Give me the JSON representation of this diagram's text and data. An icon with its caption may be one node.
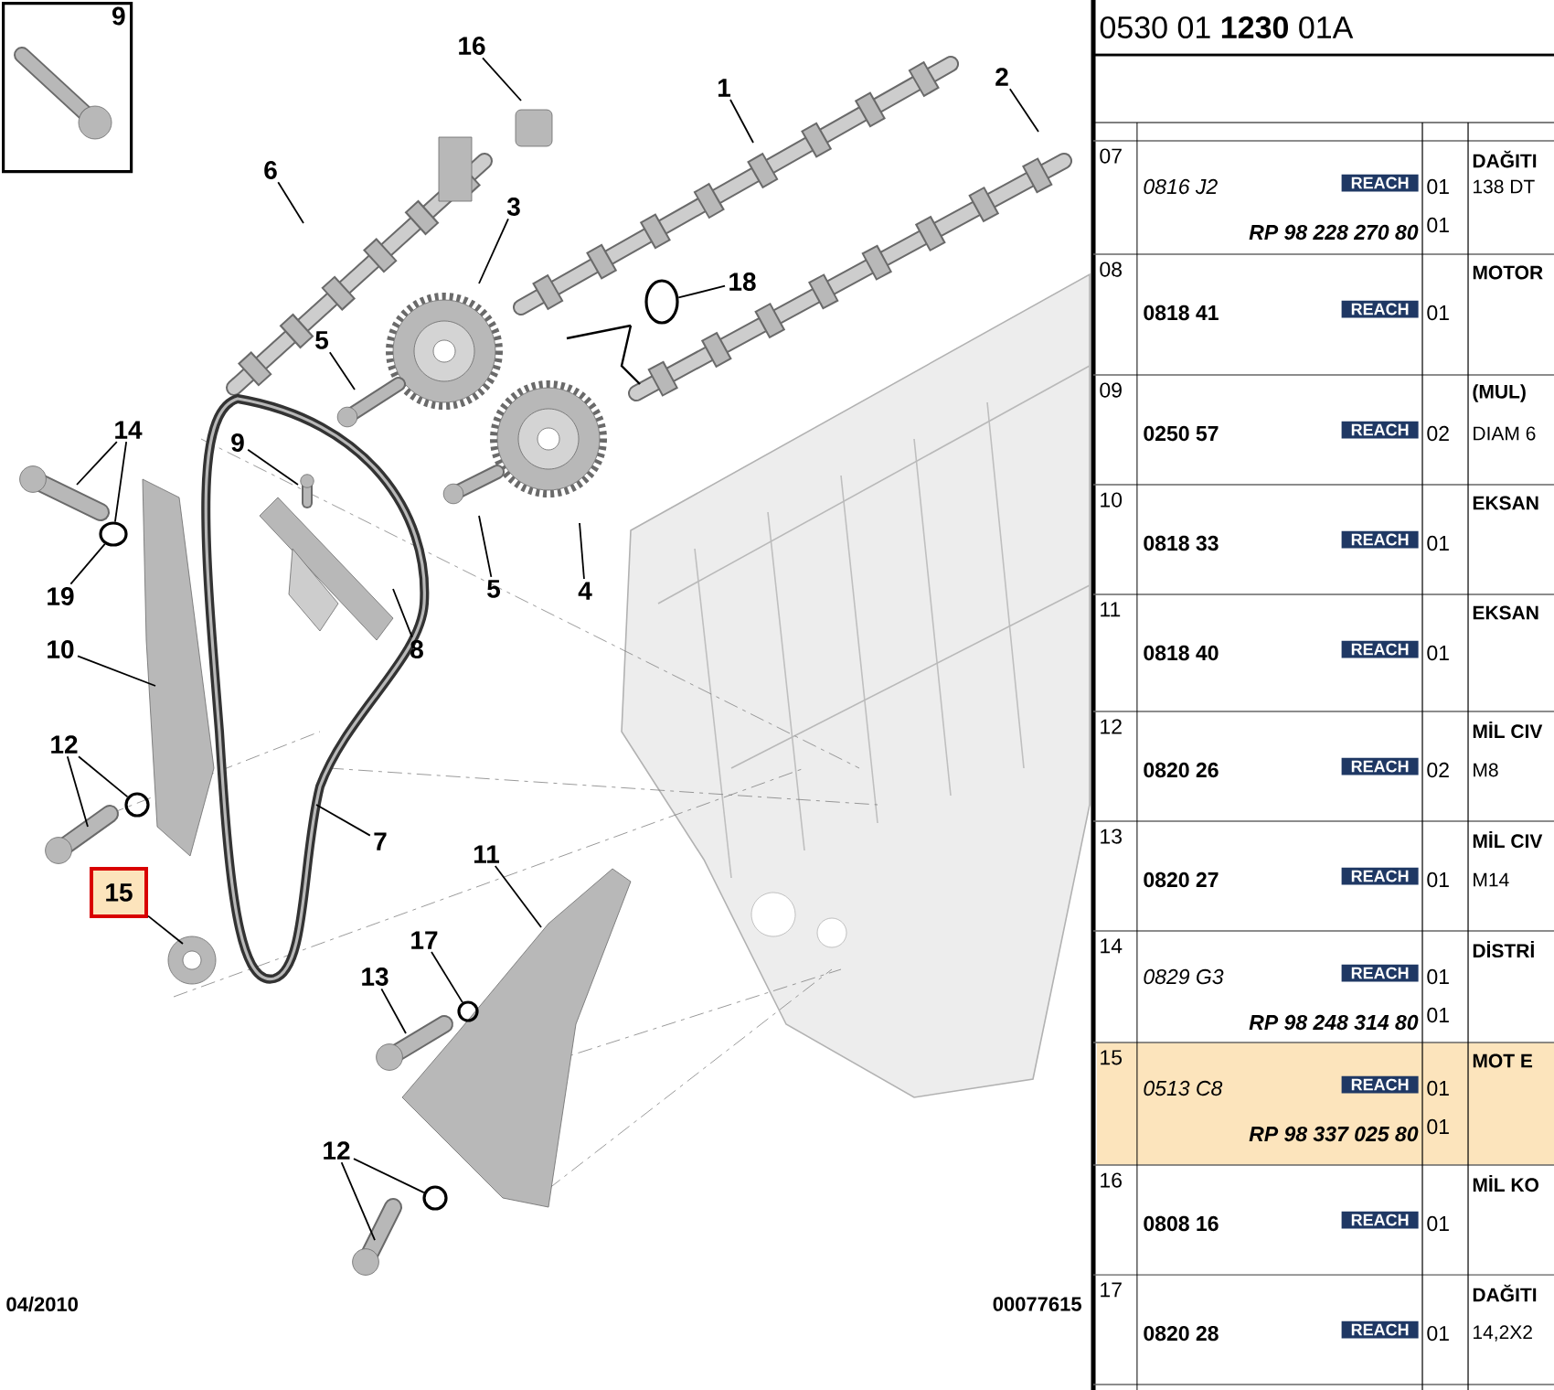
{
  "diagram": {
    "title": "0530 01 **1230** 01A",
    "nodes": [
      {
        "text": [
          "9"
        ]
      },
      {
        "text": [
          "16"
        ]
      },
      {
        "text": [
          "1"
        ]
      },
      {
        "text": [
          "2"
        ]
      },
      {
        "text": [
          "6"
        ]
      },
      {
        "text": [
          "3"
        ]
      },
      {
        "text": [
          "18"
        ]
      },
      {
        "text": [
          "5"
        ]
      },
      {
        "text": [
          "14"
        ]
      },
      {
        "text": [
          "9"
        ]
      },
      {
        "text": [
          "19"
        ]
      },
      {
        "text": [
          "5"
        ]
      },
      {
        "text": [
          "4"
        ]
      },
      {
        "text": [
          "10"
        ]
      },
      {
        "text": [
          "8"
        ]
      },
      {
        "text": [
          "12"
        ]
      },
      {
        "text": [
          "7"
        ]
      },
      {
        "text": [
          "15"
        ]
      },
      {
        "text": [
          "11"
        ]
      },
      {
        "text": [
          "17"
        ]
      },
      {
        "text": [
          "13"
        ]
      },
      {
        "text": [
          "12"
        ]
      },
      {
        "text": [],
        "shape": "ring"
      },
      {
        "text": [],
        "shape": "ring"
      },
      {
        "text": [],
        "shape": "ring"
      },
      {
        "text": [],
        "shape": "ring"
      },
      {
        "text": [],
        "shape": "ring"
      }
    ],
    "edges": [
      {
        "from": 1,
        "to": null,
        "arrow": "none"
      },
      {
        "from": 2,
        "to": null,
        "arrow": "none"
      },
      {
        "from": 3,
        "to": null,
        "arrow": "none"
      },
      {
        "from": 4,
        "to": null,
        "arrow": "none"
      },
      {
        "from": 5,
        "to": null,
        "arrow": "none"
      },
      {
        "from": 6,
        "to": 22,
        "arrow": "none"
      },
      {
        "from": 7,
        "to": null,
        "arrow": "none"
      },
      {
        "from": 8,
        "to": null,
        "arrow": "none"
      },
      {
        "from": 8,
        "to": 23,
        "arrow": "none"
      },
      {
        "from": 9,
        "to": null,
        "arrow": "none"
      },
      {
        "from": 10,
        "to": 23,
        "arrow": "none"
      },
      {
        "from": 11,
        "to": null,
        "arrow": "none"
      },
      {
        "from": 12,
        "to": null,
        "arrow": "none"
      },
      {
        "from": 13,
        "to": null,
        "arrow": "none"
      },
      {
        "from": 14,
        "to": null,
        "arrow": "none"
      },
      {
        "from": 15,
        "to": null,
        "arrow": "none"
      },
      {
        "from": 15,
        "to": 24,
        "arrow": "none"
      },
      {
        "from": 16,
        "to": null,
        "arrow": "none"
      },
      {
        "from": 17,
        "to": null,
        "arrow": "none"
      },
      {
        "from": 18,
        "to": null,
        "arrow": "none"
      },
      {
        "from": 19,
        "to": 25,
        "arrow": "none"
      },
      {
        "from": 20,
        "to": null,
        "arrow": "none"
      },
      {
        "from": 21,
        "to": null,
        "arrow": "none"
      },
      {
        "from": 21,
        "to": 26,
        "arrow": "none"
      }
    ],
    "labels": [
      "04/2010",
      "00077615",
      "07",
      "0816 J2",
      "REACH",
      "01",
      "DAĞITI",
      "138 DT",
      "RP 98 228 270 80",
      "01",
      "08",
      "0818 41",
      "REACH",
      "01",
      "MOTOR",
      "09",
      "0250 57",
      "REACH",
      "02",
      "(MUL)",
      "DIAM 6",
      "10",
      "0818 33",
      "REACH",
      "01",
      "EKSAN",
      "11",
      "0818 40",
      "REACH",
      "01",
      "EKSAN",
      "12",
      "0820 26",
      "REACH",
      "02",
      "MİL CIV",
      "M8",
      "13",
      "0820 27",
      "REACH",
      "01",
      "MİL CIV",
      "M14",
      "14",
      "0829 G3",
      "REACH",
      "01",
      "DİSTRİ",
      "RP 98 248 314 80",
      "01",
      "15",
      "0513 C8",
      "REACH",
      "01",
      "MOT E",
      "RP 98 337 025 80",
      "01",
      "16",
      "0808 16",
      "REACH",
      "01",
      "MİL KO",
      "17",
      "0820 28",
      "REACH",
      "01",
      "DAĞITI",
      "14,2X2"
    ]
  }
}
